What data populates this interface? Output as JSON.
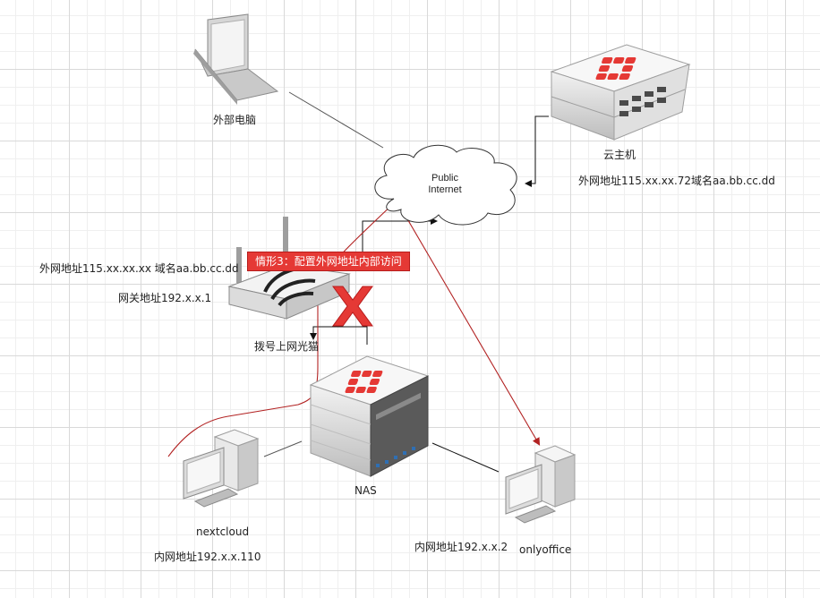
{
  "labels": {
    "external_pc": "外部电脑",
    "cloud_host": "云主机",
    "cloud_host_addr": "外网地址115.xx.xx.72域名aa.bb.cc.dd",
    "router_wan": "外网地址115.xx.xx.xx 域名aa.bb.cc.dd",
    "router_gateway": "网关地址192.x.x.1",
    "router_name": "拨号上网光猫",
    "nas": "NAS",
    "nextcloud": "nextcloud",
    "nextcloud_addr": "内网地址192.x.x.110",
    "onlyoffice": "onlyoffice",
    "onlyoffice_addr": "内网地址192.x.x.2",
    "cloud_line1": "Public",
    "cloud_line2": "Internet",
    "scenario_banner": "情形3：配置外网地址内部访问"
  },
  "colors": {
    "accent_red": "#e53935",
    "path_red": "#b22222",
    "line_gray": "#555555"
  },
  "icons": [
    "laptop-icon",
    "cloud-server-icon",
    "internet-cloud-icon",
    "router-icon",
    "nas-server-icon",
    "desktop-pc-icon",
    "blocked-x-icon"
  ]
}
